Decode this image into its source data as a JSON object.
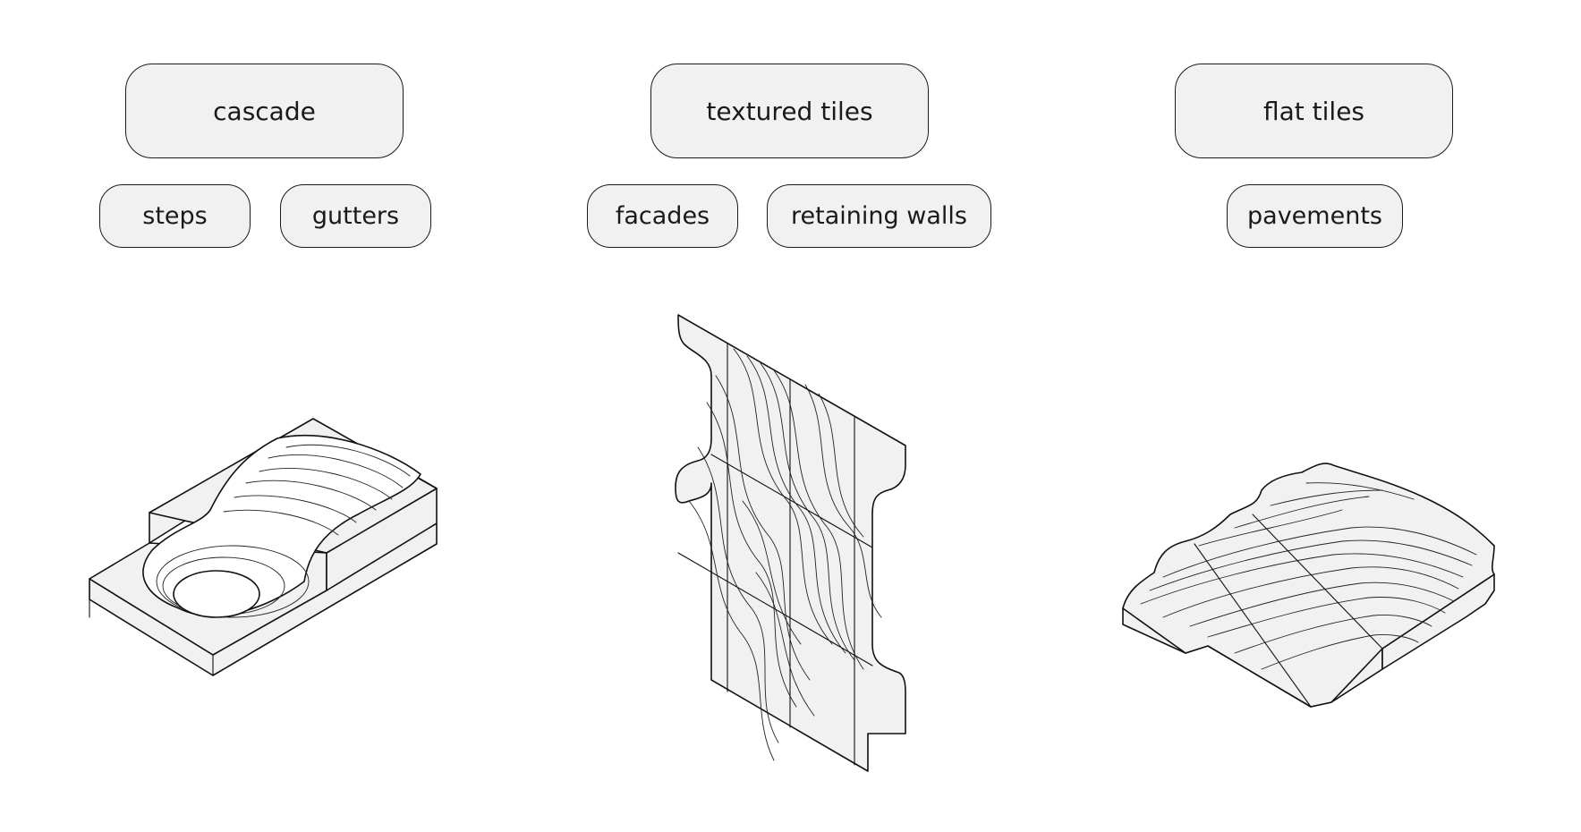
{
  "categories": [
    {
      "label": "cascade",
      "tags": [
        "steps",
        "gutters"
      ]
    },
    {
      "label": "textured tiles",
      "tags": [
        "facades",
        "retaining walls"
      ]
    },
    {
      "label": "flat tiles",
      "tags": [
        "pavements"
      ]
    }
  ]
}
